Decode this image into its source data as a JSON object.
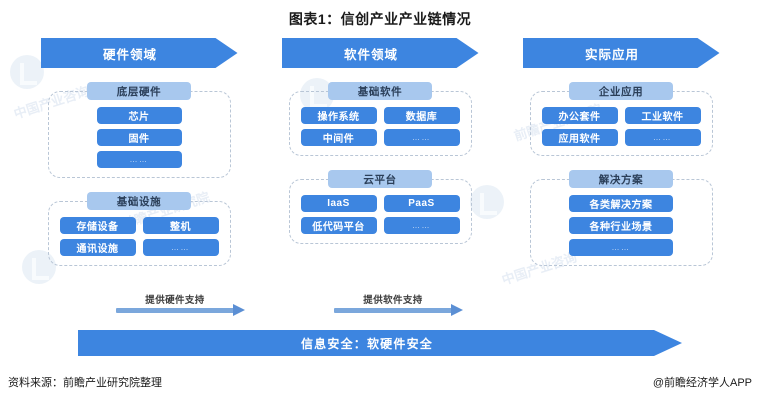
{
  "title": "图表1：信创产业产业链情况",
  "colors": {
    "primary": "#3d85e0",
    "group_title": "#a8c8ee",
    "arrow": "#7ba7dc",
    "dashed_border": "#b9c6d6"
  },
  "columns": [
    {
      "header": "硬件领域",
      "groups": [
        {
          "title": "底层硬件",
          "layout": "cols-1",
          "items": [
            "芯片",
            "固件",
            "……"
          ]
        },
        {
          "title": "基础设施",
          "layout": "cols-2",
          "items": [
            "存储设备",
            "整机",
            "通讯设施",
            "……"
          ]
        }
      ]
    },
    {
      "header": "软件领域",
      "groups": [
        {
          "title": "基础软件",
          "layout": "cols-2",
          "items": [
            "操作系统",
            "数据库",
            "中间件",
            "……"
          ]
        },
        {
          "title": "云平台",
          "layout": "cols-2",
          "items": [
            "IaaS",
            "PaaS",
            "低代码平台",
            "……"
          ]
        }
      ]
    },
    {
      "header": "实际应用",
      "groups": [
        {
          "title": "企业应用",
          "layout": "cols-2",
          "items": [
            "办公套件",
            "工业软件",
            "应用软件",
            "……"
          ]
        },
        {
          "title": "解决方案",
          "layout": "cols-1",
          "items": [
            "各类解决方案",
            "各种行业场景",
            "……"
          ]
        }
      ]
    }
  ],
  "supports": [
    {
      "label": "提供硬件支持"
    },
    {
      "label": "提供软件支持"
    }
  ],
  "security_bar": "信息安全：软硬件安全",
  "footer": {
    "source": "资料来源：前瞻产业研究院整理",
    "brand": "@前瞻经济学人APP"
  },
  "watermarks": [
    "前瞻产业研究院",
    "前瞻产业研究院",
    "前瞻产业研究院"
  ]
}
